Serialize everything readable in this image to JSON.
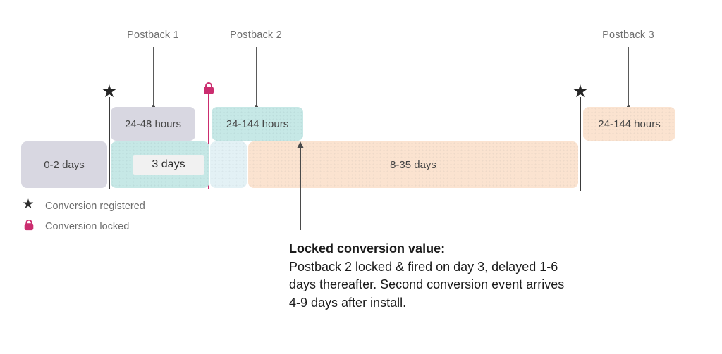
{
  "postbacks": [
    {
      "label": "Postback 1"
    },
    {
      "label": "Postback 2"
    },
    {
      "label": "Postback 3"
    }
  ],
  "timeline": {
    "top_boxes": [
      {
        "label": "24-48 hours"
      },
      {
        "label": "24-144 hours"
      },
      {
        "label": "24-144 hours"
      }
    ],
    "bottom_boxes": [
      {
        "label": "0-2 days"
      },
      {
        "label": "3 days"
      },
      {
        "label": "8-35 days"
      }
    ]
  },
  "markers": {
    "star": "★"
  },
  "legend": [
    {
      "icon": "star-icon",
      "label": "Conversion registered"
    },
    {
      "icon": "lock-icon",
      "label": "Conversion locked"
    }
  ],
  "annotation": {
    "title": "Locked conversion value:",
    "lines": [
      "Postback 2 locked & fired on day 3, delayed 1-6",
      "days thereafter. Second conversion event arrives",
      "4-9 days after install."
    ]
  },
  "colors": {
    "lavender": "#d8d7e1",
    "teal": "#c6e8e6",
    "pale_blue": "#e3f1f5",
    "peach": "#fbe3d0",
    "pink": "#cb2d6f",
    "line_dark": "#3a3a3a",
    "label_gray": "#6f6f6f"
  }
}
